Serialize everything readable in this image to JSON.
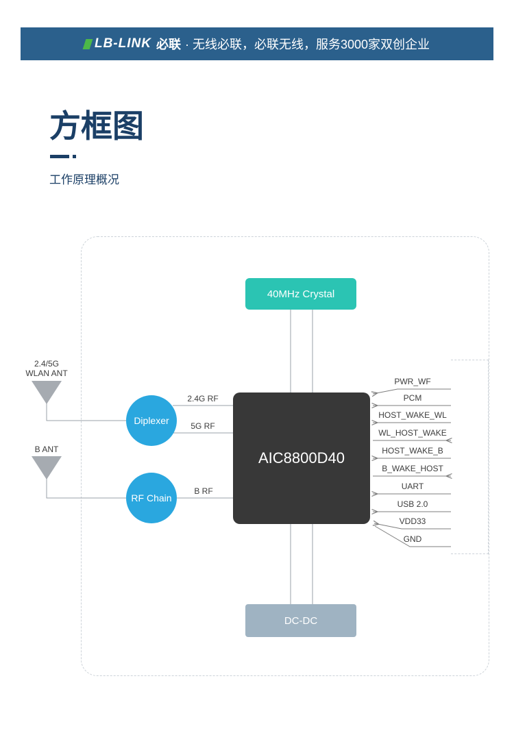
{
  "header": {
    "brand": "LB-LINK",
    "brand_cn": "必联",
    "tagline": "· 无线必联，必联无线，服务3000家双创企业"
  },
  "section": {
    "title": "方框图",
    "subtitle": "工作原理概况"
  },
  "diagram": {
    "crystal_label": "40MHz Crystal",
    "chip_label": "AIC8800D40",
    "dcdc_label": "DC-DC",
    "diplexer_label": "Diplexer",
    "rf_chain_label": "RF Chain",
    "wlan_ant_line1": "2.4/5G",
    "wlan_ant_line2": "WLAN ANT",
    "b_ant_label": "B ANT",
    "rf_24g_label": "2.4G RF",
    "rf_5g_label": "5G RF",
    "rf_b_label": "B RF",
    "signals": [
      "PWR_WF",
      "PCM",
      "HOST_WAKE_WL",
      "WL_HOST_WAKE",
      "HOST_WAKE_B",
      "B_WAKE_HOST",
      "UART",
      "USB 2.0",
      "VDD33",
      "GND"
    ]
  },
  "colors": {
    "header_bg": "#2b608c",
    "logo_green": "#4cb848",
    "title_text": "#1b3f66",
    "crystal_bg": "#2bc4b3",
    "chip_bg": "#383838",
    "dcdc_bg": "#9fb3c2",
    "node_blue": "#2aa7df",
    "wire_gray": "#8f969d"
  }
}
